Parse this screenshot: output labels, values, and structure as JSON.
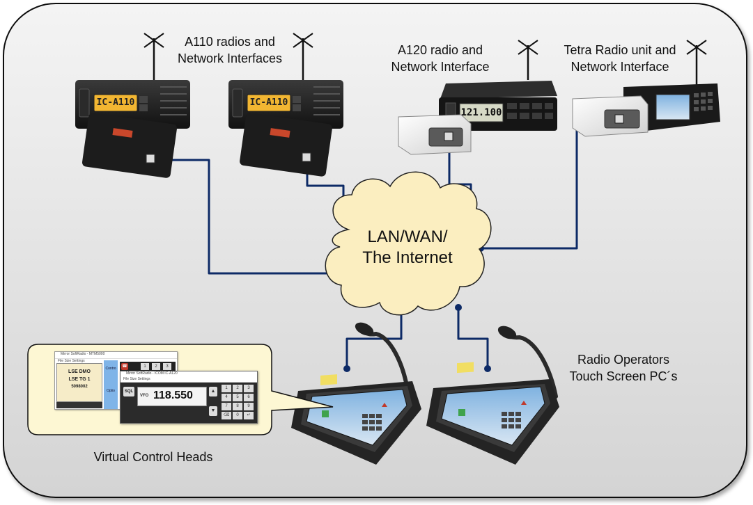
{
  "labels": {
    "a110": [
      "A110 radios and",
      "Network Interfaces"
    ],
    "a120": [
      "A120 radio and",
      "Network Interface"
    ],
    "tetra": [
      "Tetra Radio unit and",
      "Network Interface"
    ],
    "cloud": [
      "LAN/WAN/",
      "The Internet"
    ],
    "operators": [
      "Radio Operators",
      "Touch Screen PC´s"
    ],
    "virtual": "Virtual Control Heads"
  },
  "radios": {
    "a110_display_1": "IC-A110",
    "a110_display_2": "IC-A110",
    "a120_display": "121.100"
  },
  "virtual_heads": {
    "window1_title": "Mirror SoftRadio - MTM5000",
    "window1_menu": [
      "File",
      "Size",
      "Settings"
    ],
    "window1_lines": [
      "LSE DMO",
      "LSE TG 1",
      "5098002"
    ],
    "window1_side": [
      "Contro",
      "Optio"
    ],
    "window1_keys": [
      "1",
      "2",
      "3"
    ],
    "window2_title": "Mirror SoftRadio - ICOM IC-A120",
    "window2_menu": [
      "File",
      "Size",
      "Settings"
    ],
    "window2_sql": "SQL",
    "window2_vfo_label": "VFO",
    "window2_vfo_value": "118.550",
    "window2_keys": [
      "1",
      "2",
      "3",
      "4",
      "5",
      "6",
      "7",
      "8",
      "9",
      "⌫",
      "0",
      "↵"
    ]
  },
  "colors": {
    "cable": "#0d2a66",
    "cloud_fill": "#fbeec0",
    "frame_fill": "#e9e9e9",
    "callout_fill": "#fdf7d3"
  }
}
